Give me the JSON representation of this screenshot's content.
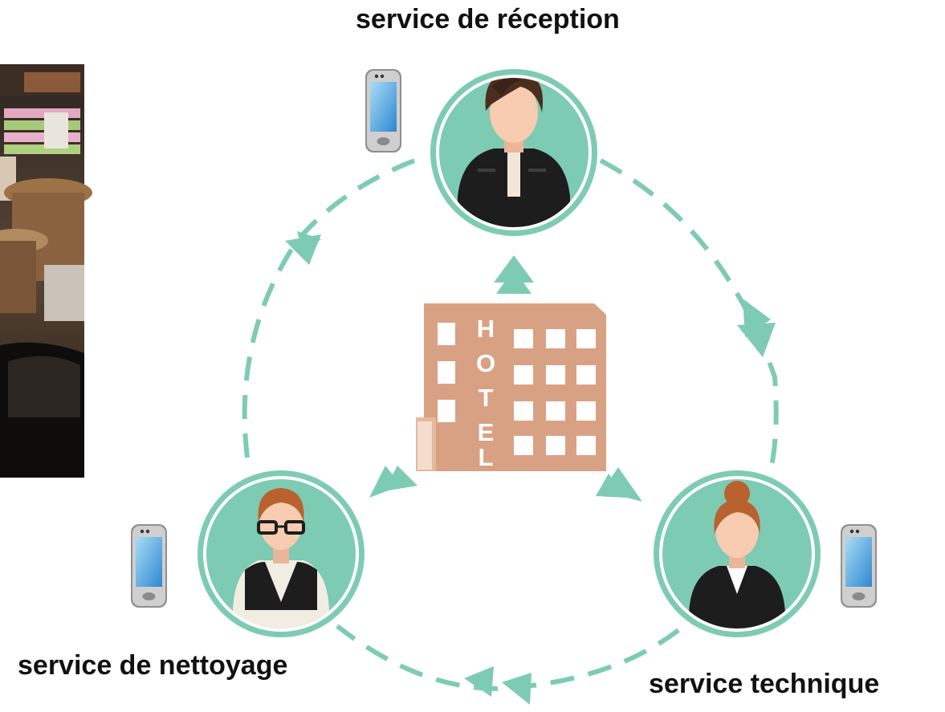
{
  "colors": {
    "accent": "#7ecbb3",
    "hotel": "#d9a183",
    "skin": "#f7ccb1",
    "dark": "#1d1d1d"
  },
  "hotel": {
    "sign": "HOTEL",
    "sign_letters": [
      "H",
      "O",
      "T",
      "E",
      "L"
    ]
  },
  "nodes": {
    "reception": {
      "label": "service de réception",
      "icon": "receptionist-avatar-icon"
    },
    "cleaning": {
      "label": "service de nettoyage",
      "icon": "cleaner-avatar-icon"
    },
    "technical": {
      "label": "service technique",
      "icon": "technician-avatar-icon"
    }
  },
  "photo": {
    "description_icon": "hotel-lobby-photo"
  },
  "phone_icon": "smartphone-icon"
}
